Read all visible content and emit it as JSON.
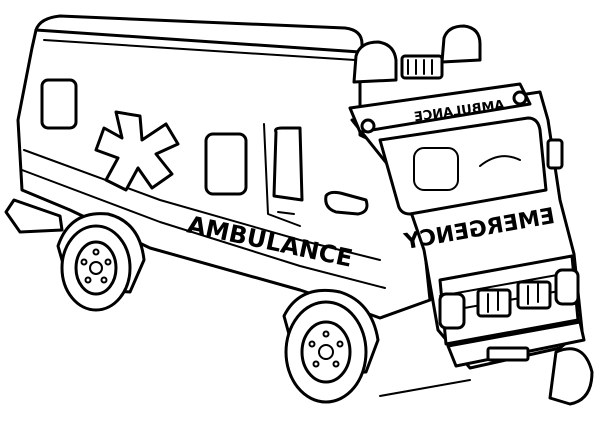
{
  "image": {
    "side_text": "AMBULANCE",
    "roof_text": "AMBULANCE",
    "hood_text": "EMERGENCY",
    "stroke_color": "#000000",
    "background_color": "#ffffff"
  }
}
